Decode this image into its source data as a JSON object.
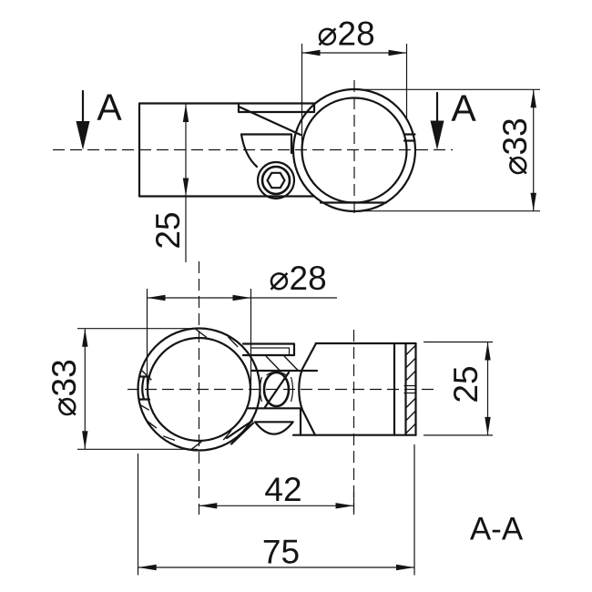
{
  "drawing": {
    "section_label": "A-A",
    "section_marker_left": "A",
    "section_marker_right": "A",
    "colors": {
      "line": "#141414",
      "background": "#ffffff"
    },
    "top_view": {
      "dim_bore_diameter": "⌀28",
      "dim_ring_outer_diameter": "⌀33",
      "dim_tube_diameter": "25"
    },
    "section_view": {
      "dim_bore_diameter": "⌀28",
      "dim_ring_outer_diameter": "⌀33",
      "dim_socket_diameter": "25",
      "dim_axis_to_tube_end": "42",
      "dim_overall_length": "75"
    }
  }
}
